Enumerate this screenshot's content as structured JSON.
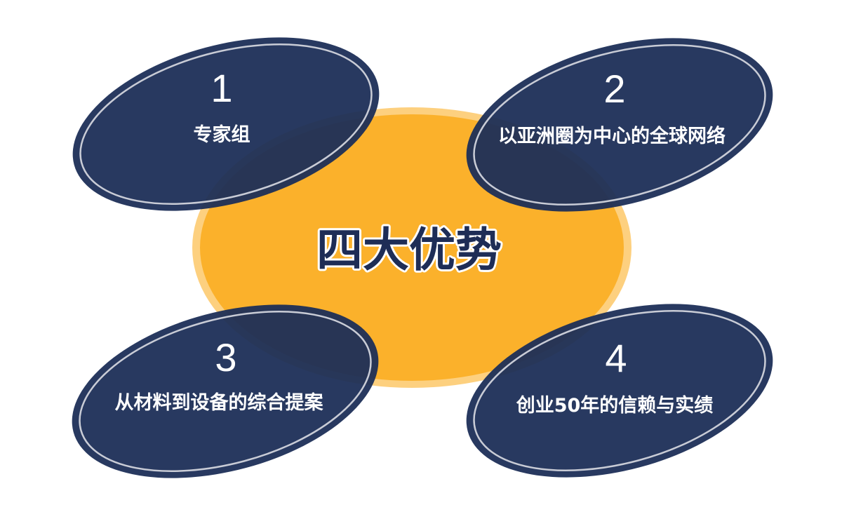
{
  "center": {
    "title": "四大优势"
  },
  "advantages": [
    {
      "number": "1",
      "label": "专家组"
    },
    {
      "number": "2",
      "label": "以亚洲圈为中心的全球网络"
    },
    {
      "number": "3",
      "label": "从材料到设备的综合提案"
    },
    {
      "number": "4",
      "label": "创业50年的信赖与实绩"
    }
  ],
  "colors": {
    "center_fill": "#fbb12b",
    "center_glow": "#fdc868",
    "ellipse_fill": "#1c2e57",
    "ellipse_ring": "#c9ccd6",
    "title_text": "#1e2d56",
    "label_text": "#ffffff"
  }
}
